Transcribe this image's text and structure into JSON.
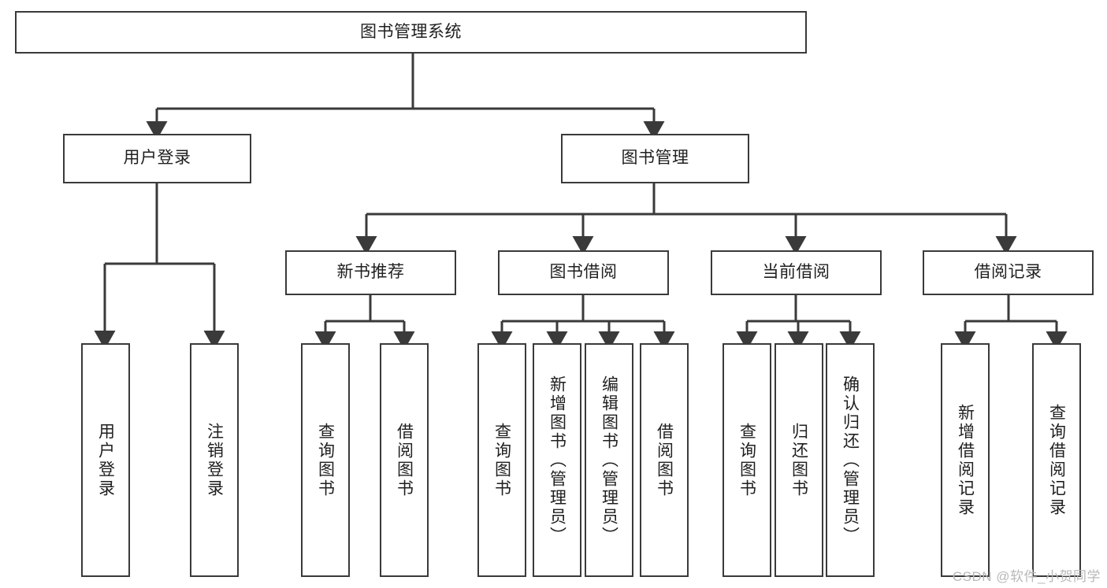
{
  "diagram": {
    "kind": "functional-structure-tree",
    "title": "图书管理系统",
    "watermark": "CSDN @软件_小贺同学",
    "colors": {
      "border": "#3a3a3a",
      "text": "#1f1f1f",
      "background": "#ffffff",
      "edge": "#3a3a3a",
      "watermark": "#b8b8b8"
    },
    "nodes": {
      "root": "图书管理系统",
      "level2": [
        {
          "label": "用户登录"
        },
        {
          "label": "图书管理"
        }
      ],
      "level3": [
        {
          "label": "新书推荐"
        },
        {
          "label": "图书借阅"
        },
        {
          "label": "当前借阅"
        },
        {
          "label": "借阅记录"
        }
      ],
      "leaves_user_login": [
        {
          "label": "用户登录"
        },
        {
          "label": "注销登录"
        }
      ],
      "leaves_new_books": [
        {
          "label": "查询图书"
        },
        {
          "label": "借阅图书"
        }
      ],
      "leaves_borrow": [
        {
          "label": "查询图书"
        },
        {
          "label": "新增图书（管理员）"
        },
        {
          "label": "编辑图书（管理员）"
        },
        {
          "label": "借阅图书"
        }
      ],
      "leaves_current": [
        {
          "label": "查询图书"
        },
        {
          "label": "归还图书"
        },
        {
          "label": "确认归还（管理员）"
        }
      ],
      "leaves_records": [
        {
          "label": "新增借阅记录"
        },
        {
          "label": "查询借阅记录"
        }
      ]
    }
  }
}
